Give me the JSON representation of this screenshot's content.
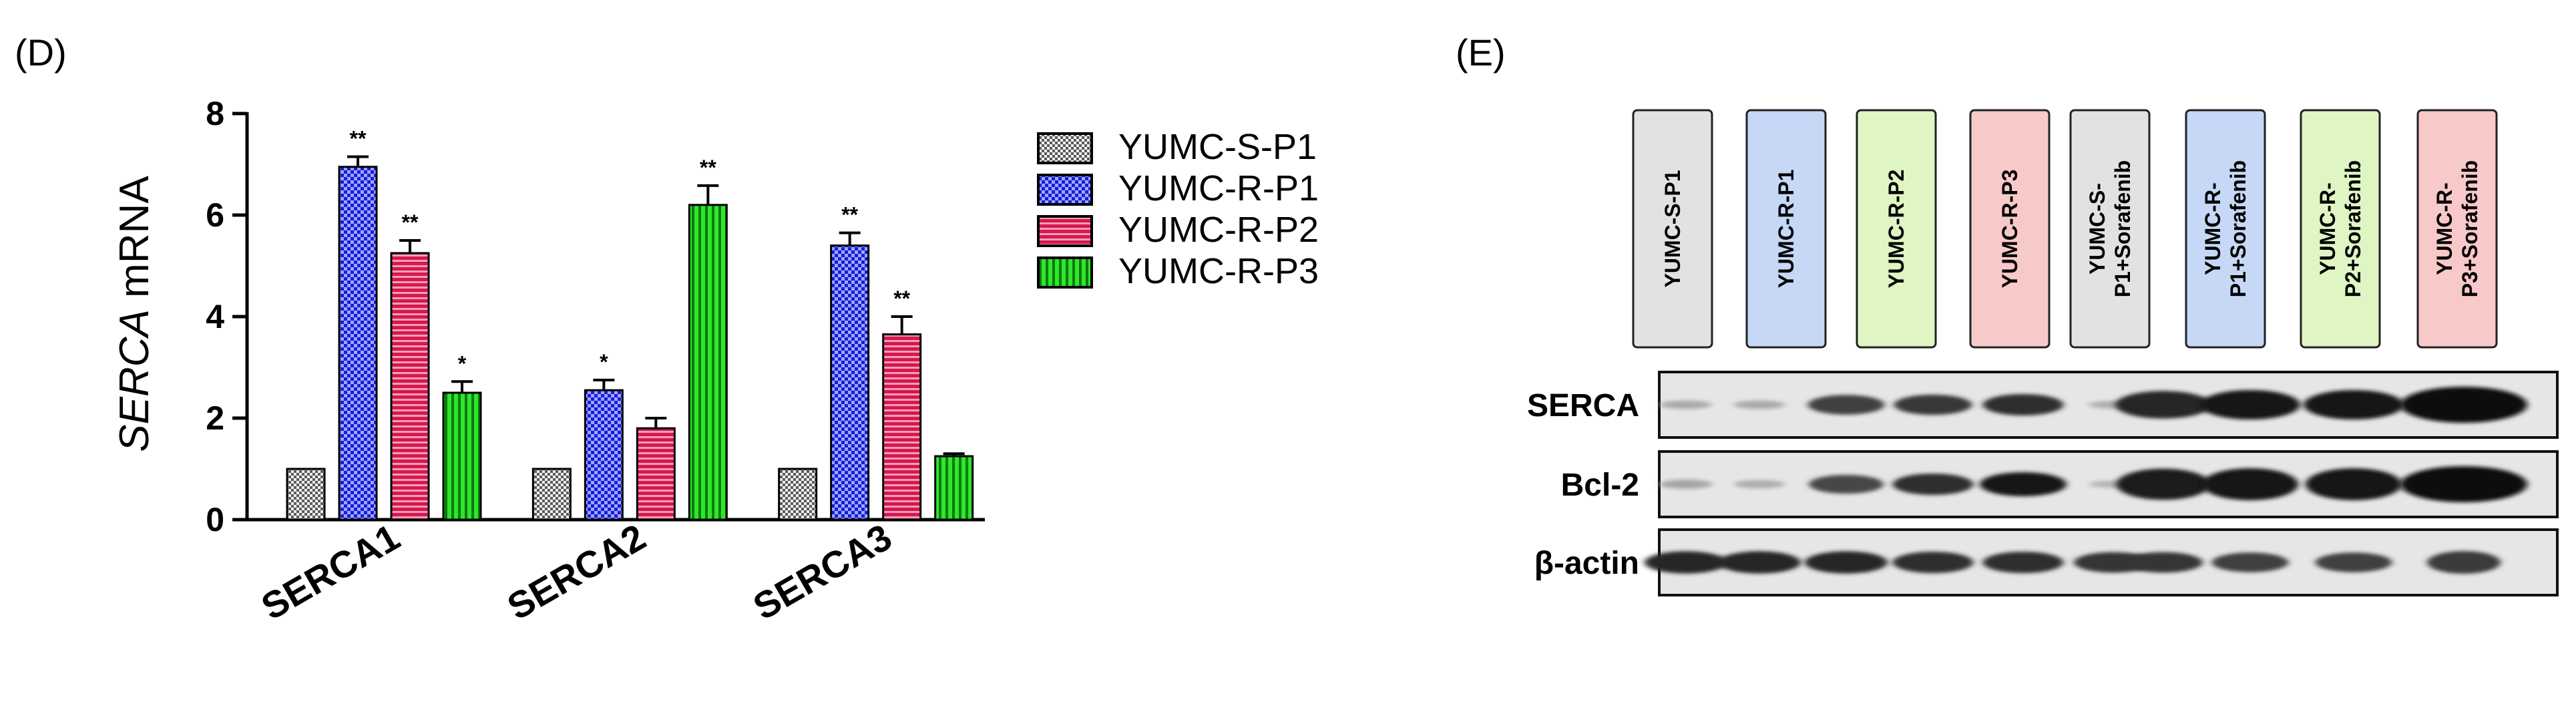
{
  "panel_d": {
    "label": "(D)",
    "chart_data": {
      "type": "bar",
      "title": "",
      "xlabel": "",
      "ylabel_italic": "SERCA",
      "ylabel_rest": " mRNA",
      "ylim": [
        0,
        8
      ],
      "yticks": [
        0,
        2,
        4,
        6,
        8
      ],
      "grid": false,
      "legend_position": "right",
      "categories": [
        "SERCA1",
        "SERCA2",
        "SERCA3"
      ],
      "series": [
        {
          "name": "YUMC-S-P1",
          "values": [
            1.0,
            1.0,
            1.0
          ],
          "errors": [
            0,
            0,
            0
          ],
          "sig": [
            "",
            "",
            ""
          ],
          "color": "#9a9a9a",
          "pattern": "checker"
        },
        {
          "name": "YUMC-R-P1",
          "values": [
            6.95,
            2.55,
            5.4
          ],
          "errors": [
            0.2,
            0.2,
            0.25
          ],
          "sig": [
            "**",
            "*",
            "**"
          ],
          "color": "#1b1bd6",
          "pattern": "checker"
        },
        {
          "name": "YUMC-R-P2",
          "values": [
            5.25,
            1.8,
            3.65
          ],
          "errors": [
            0.25,
            0.2,
            0.35
          ],
          "sig": [
            "**",
            "",
            "**"
          ],
          "color": "#d8164f",
          "pattern": "hstripe"
        },
        {
          "name": "YUMC-R-P3",
          "values": [
            2.5,
            6.2,
            1.25
          ],
          "errors": [
            0.22,
            0.38,
            0.05
          ],
          "sig": [
            "*",
            "**",
            ""
          ],
          "color": "#16d916",
          "pattern": "vstripe"
        }
      ]
    }
  },
  "panel_e": {
    "label": "(E)",
    "lanes": [
      {
        "label": "YUMC-S-P1",
        "fill": "#e2e2e2"
      },
      {
        "label": "YUMC-R-P1",
        "fill": "#c6d8f6"
      },
      {
        "label": "YUMC-R-P2",
        "fill": "#dff6c4"
      },
      {
        "label": "YUMC-R-P3",
        "fill": "#f8c9c9"
      },
      {
        "label": "YUMC-S-\nP1+Sorafenib",
        "fill": "#e2e2e2"
      },
      {
        "label": "YUMC-R-\nP1+Sorafenib",
        "fill": "#c6d8f6"
      },
      {
        "label": "YUMC-R-\nP2+Sorafenib",
        "fill": "#dff6c4"
      },
      {
        "label": "YUMC-R-\nP3+Sorafenib",
        "fill": "#f8c9c9"
      }
    ],
    "blots": [
      {
        "label": "SERCA",
        "intensity": [
          0.12,
          0.12,
          0.75,
          0.78,
          0.85,
          0.08,
          0.9,
          1.0,
          1.0
        ]
      },
      {
        "label": "Bcl-2",
        "intensity": [
          0.15,
          0.1,
          0.7,
          0.85,
          1.0,
          0.05,
          0.95,
          1.0,
          1.0
        ]
      },
      {
        "label": "β-actin",
        "intensity": [
          0.9,
          0.9,
          0.9,
          0.85,
          0.85,
          0.8,
          0.8,
          0.75,
          0.75
        ]
      }
    ]
  }
}
